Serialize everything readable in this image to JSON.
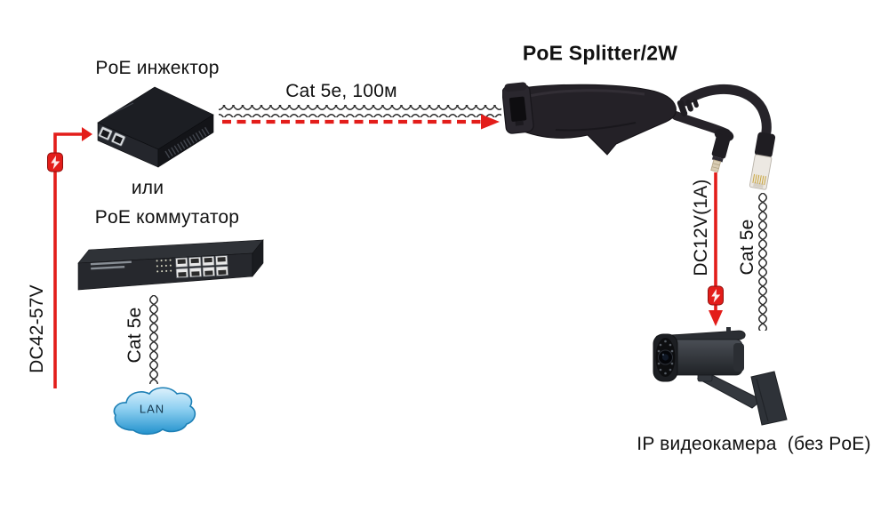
{
  "diagram": {
    "title": "PoE Splitter/2W",
    "injector_label": "PoE инжектор",
    "or_label": "или",
    "switch_label": "PoE коммутатор",
    "uplink_cable_label": "Cat 5e, 100м",
    "lan_cable_label": "Cat 5e",
    "camera_cable_label": "Cat 5e",
    "input_power_label": "DC42-57V",
    "output_power_label": "DC12V(1A)",
    "cloud_label": "LAN",
    "camera_label": "IP видеокамера  (без PoE)",
    "icons": {
      "power_surge": "lightning-bolt-icon",
      "cloud": "lan-cloud",
      "twisted_pair": "twisted-pair-cable"
    },
    "colors": {
      "arrow_red": "#e31d1a",
      "cable_dark": "#2d2d2d",
      "device_black": "#1f1d22",
      "cloud_blue": "#2392cd",
      "text": "#111111",
      "background": "#ffffff"
    }
  }
}
